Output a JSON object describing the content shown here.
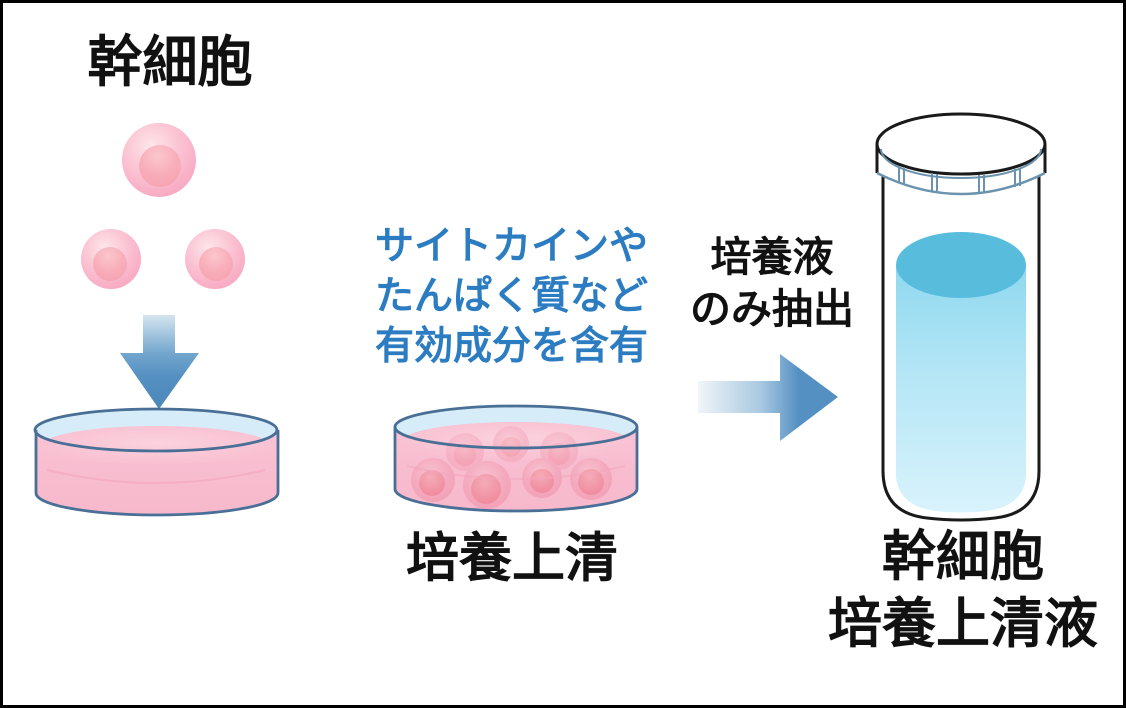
{
  "diagram": {
    "stem_cells": {
      "title": "幹細胞"
    },
    "cytokine_note": {
      "lines": [
        "サイトカインや",
        "たんぱく質など",
        "有効成分を含有"
      ]
    },
    "extract_caption": {
      "lines": [
        "培養液",
        "のみ抽出"
      ]
    },
    "culture_dish": {
      "label": "培養上清"
    },
    "vial": {
      "label_lines": [
        "幹細胞",
        "培養上清液"
      ]
    },
    "icons": [
      "stem-cell-cluster-icon",
      "down-arrow-icon",
      "seeded-petri-dish-icon",
      "culture-petri-dish-icon",
      "right-arrow-icon",
      "supernatant-vial-icon"
    ]
  },
  "colors": {
    "text_black": "#111111",
    "note_blue": "#2b7cc1",
    "arrow_steel_blue": "#5590c2",
    "cell_pink": "#f8a6be",
    "cell_nucleus_pink": "#f5a2af",
    "dish_liquid_pink": "#f8bdd0",
    "dish_top_blue": "#d6ecf9",
    "dish_outline": "#4a6f96",
    "vial_liquid_top": "#58bcdd",
    "vial_liquid_body": "#b5e6f6",
    "lid_line_blue": "#6b93ae",
    "outline_black": "#1a1a1a"
  }
}
